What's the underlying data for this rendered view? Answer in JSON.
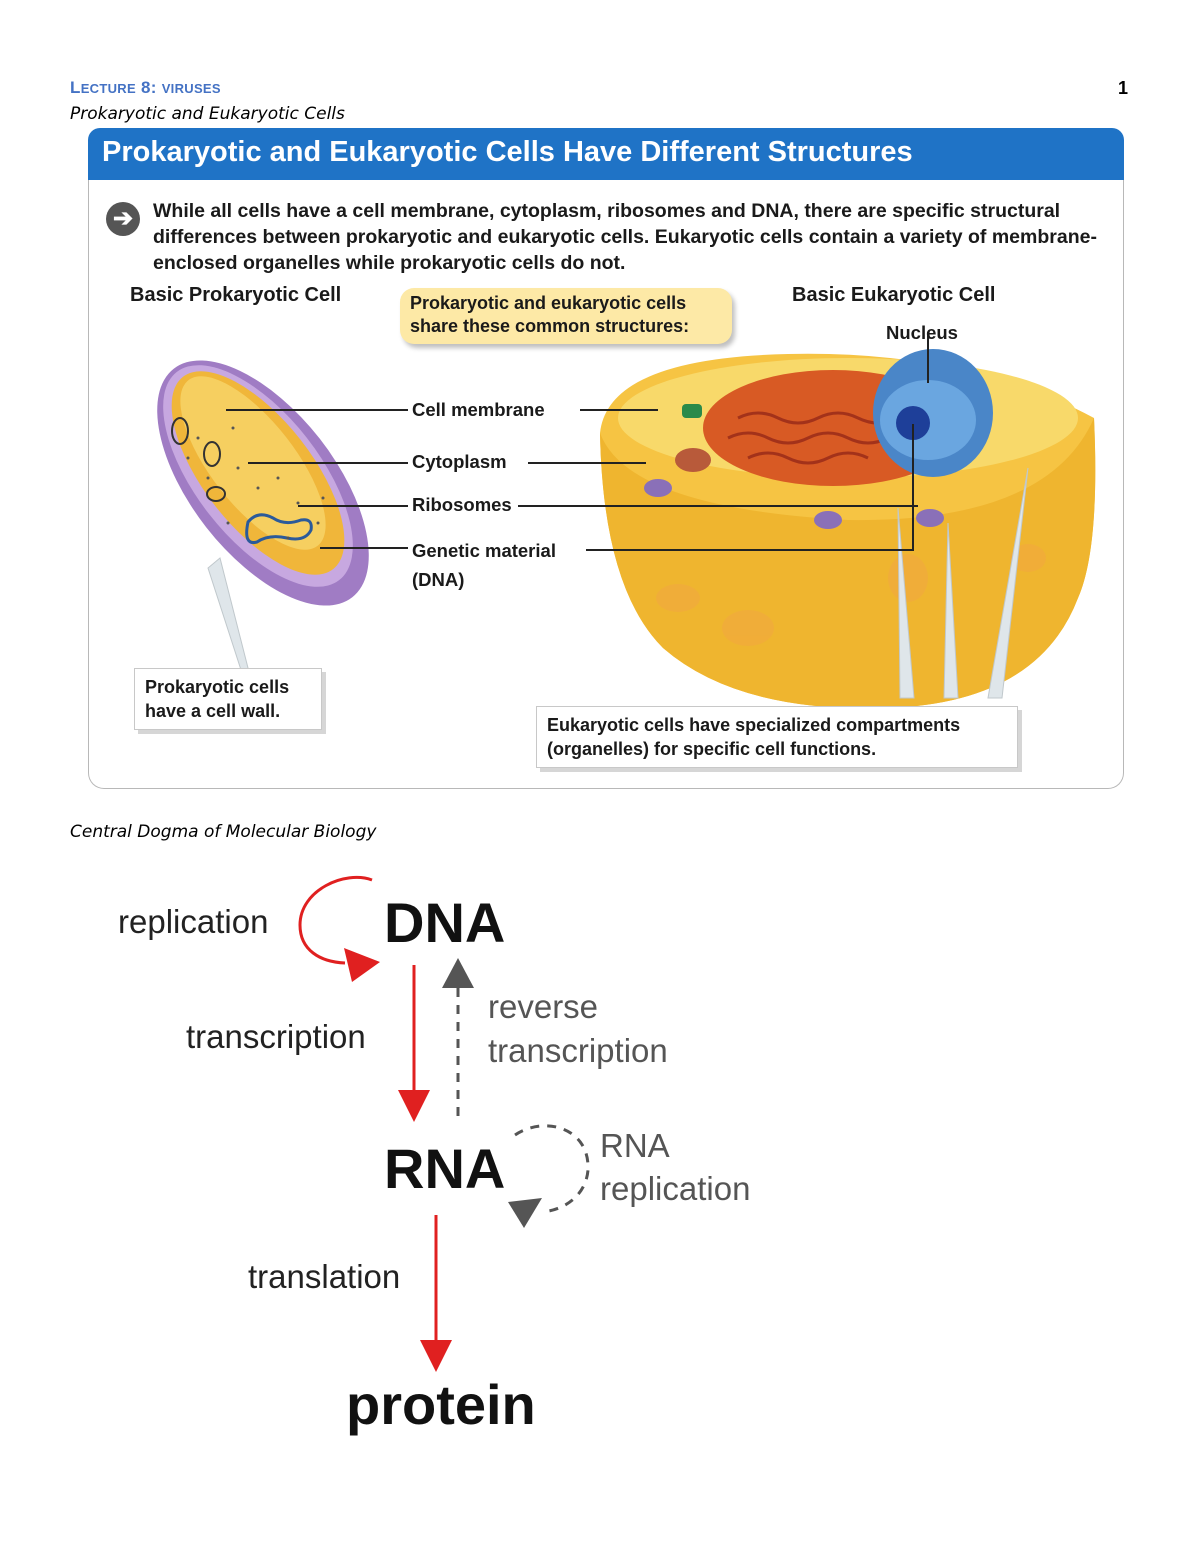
{
  "header": {
    "lecture_first": "L",
    "lecture_rest": "ECTURE",
    "lecture_num": " 8: ",
    "lecture_topic": "VIRUSES",
    "page_number": "1"
  },
  "section1": {
    "heading": "Prokaryotic and Eukaryotic Cells"
  },
  "figure": {
    "banner_title": "Prokaryotic and Eukaryotic Cells Have Different Structures",
    "intro_text": "While all cells have a cell membrane, cytoplasm, ribosomes and DNA, there are specific structural differences between prokaryotic and eukaryotic cells. Eukaryotic cells contain a variety of membrane-enclosed organelles while prokaryotic cells do not.",
    "left_title": "Basic Prokaryotic Cell",
    "right_title": "Basic Eukaryotic Cell",
    "common_box": "Prokaryotic and eukaryotic cells share these common structures:",
    "nucleus_label": "Nucleus",
    "labels": {
      "cell_membrane": "Cell membrane",
      "cytoplasm": "Cytoplasm",
      "ribosomes": "Ribosomes",
      "genetic_material": "Genetic material",
      "dna": "(DNA)"
    },
    "prok_callout": "Prokaryotic cells have a cell wall.",
    "euk_callout": "Eukaryotic cells have specialized compartments (organelles) for specific cell functions."
  },
  "section2": {
    "heading": "Central Dogma of Molecular Biology"
  },
  "dogma": {
    "dna": "DNA",
    "rna": "RNA",
    "protein": "protein",
    "replication": "replication",
    "transcription": "transcription",
    "reverse_transcription_1": "reverse",
    "reverse_transcription_2": "transcription",
    "rna_replication_1": "RNA",
    "rna_replication_2": "replication",
    "translation": "translation"
  },
  "colors": {
    "accent_blue": "#4472c4",
    "banner_blue": "#1f73c6",
    "arrow_red": "#e02020",
    "arrow_grey": "#555555"
  }
}
